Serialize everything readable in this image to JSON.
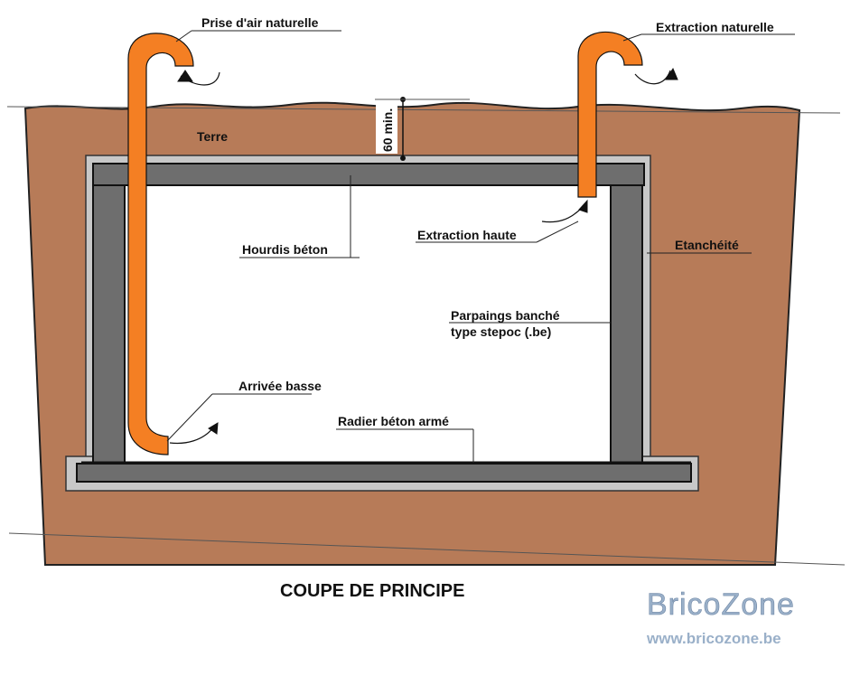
{
  "labels": {
    "prise_air": "Prise d'air naturelle",
    "extraction_naturelle": "Extraction naturelle",
    "terre": "Terre",
    "hauteur": "60 min.",
    "hourdis": "Hourdis béton",
    "extraction_haute": "Extraction haute",
    "etancheite": "Etanchéité",
    "parpaings_1": "Parpaings banché",
    "parpaings_2": "type stepoc (.be)",
    "arrivee_basse": "Arrivée basse",
    "radier": "Radier béton armé"
  },
  "title": "COUPE DE PRINCIPE",
  "watermark": {
    "brand": "BricoZone",
    "url": "www.bricozone.be"
  },
  "colors": {
    "earth": "#b77b58",
    "pipe": "#f47f23",
    "concrete": "#6e6e6e",
    "membrane": "#c8c8c8",
    "watermark": "#9ab0c9"
  }
}
